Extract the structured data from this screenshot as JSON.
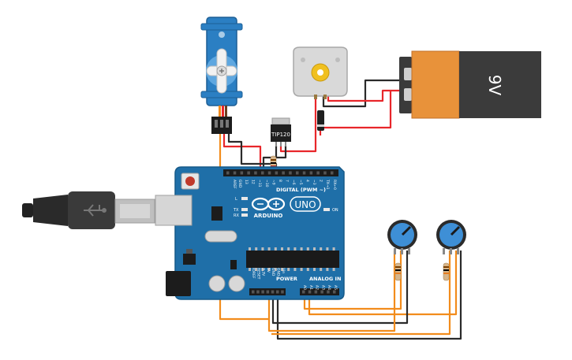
{
  "board": {
    "brand": "ARDUINO",
    "model": "UNO",
    "digital_header": "DIGITAL (PWM ~)",
    "analog_header": "ANALOG IN",
    "power_header": "POWER",
    "on_label": "ON",
    "led_l": "L",
    "led_tx": "TX",
    "led_rx": "RX",
    "aref": "AREF",
    "gnd": "GND",
    "digital_pins": [
      "13",
      "12",
      "~11",
      "~10",
      "~9",
      "8",
      "7",
      "~6",
      "~5",
      "4",
      "~3",
      "2",
      "TX→1",
      "RX←0"
    ],
    "power_pins": [
      "IOREF",
      "RESET",
      "3.3V",
      "5V",
      "GND",
      "GND",
      "Vin"
    ],
    "analog_pins": [
      "A0",
      "A1",
      "A2",
      "A3",
      "A4",
      "A5"
    ]
  },
  "transistor": {
    "label": "TIP120"
  },
  "battery": {
    "label": "9V"
  },
  "colors": {
    "board_blue": "#1f6fa8",
    "wire_red": "#e8262a",
    "wire_black": "#2a2a2a",
    "wire_orange": "#f28c1c",
    "battery_orange": "#e8923a"
  }
}
